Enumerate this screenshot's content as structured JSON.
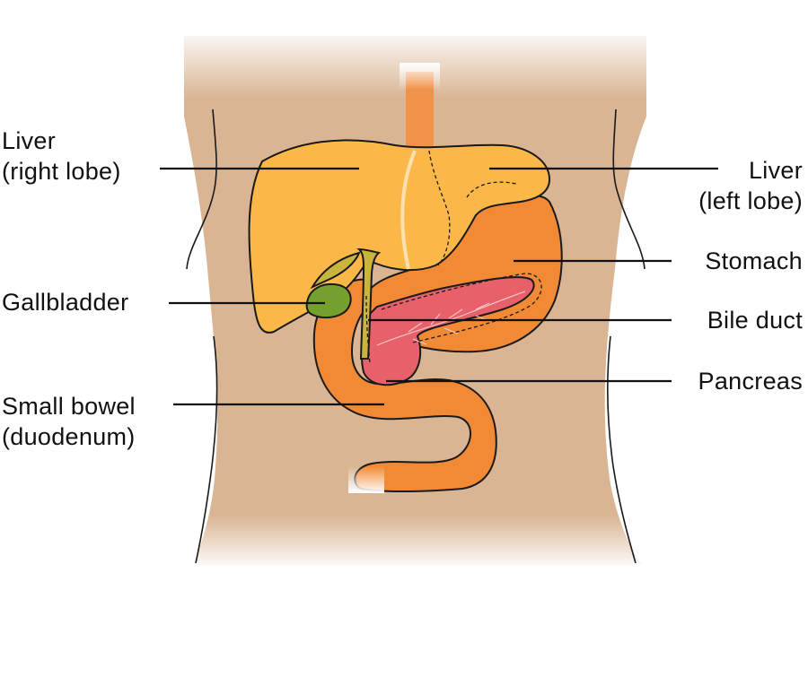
{
  "labels": {
    "liver_right": [
      "Liver",
      "(right lobe)"
    ],
    "liver_left": [
      "Liver",
      "(left lobe)"
    ],
    "stomach": "Stomach",
    "gallbladder": "Gallbladder",
    "bile_duct": "Bile duct",
    "pancreas": "Pancreas",
    "small_bowel": [
      "Small bowel",
      "(duodenum)"
    ]
  },
  "colors": {
    "skin": "#d9b594",
    "liver": "#fbb848",
    "stomach": "#f28a35",
    "bowel": "#f28a35",
    "gallbladder": "#76a02e",
    "bile_duct": "#c9b43e",
    "pancreas": "#e8606a",
    "esophagus": "#f0924a",
    "outline": "#1a1a1a",
    "leader": "#111111"
  }
}
